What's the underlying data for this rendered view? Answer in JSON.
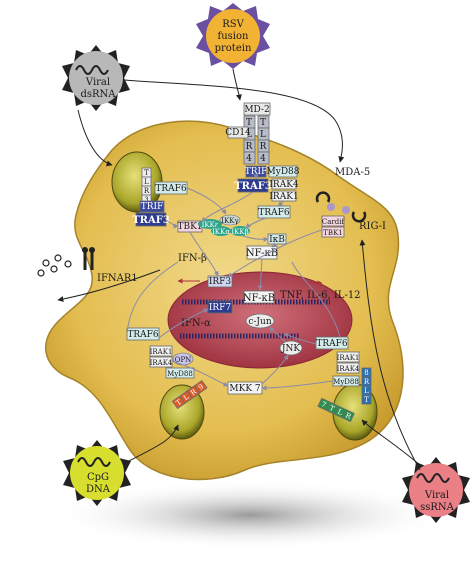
{
  "ligands": {
    "rsv": {
      "line1": "RSV",
      "line2": "fusion",
      "line3": "protein"
    },
    "dsrna": {
      "line1": "Viral",
      "line2": "dsRNA"
    },
    "cpg": {
      "line1": "CpG",
      "line2": "DNA"
    },
    "ssrna": {
      "line1": "Viral",
      "line2": "ssRNA"
    }
  },
  "receptors": {
    "md2": "MD-2",
    "cd14": "CD14",
    "tlr4_top": [
      "T",
      "L",
      "R"
    ],
    "tlr4_bottom": "4",
    "tlr3": [
      "T",
      "L",
      "R",
      "3"
    ],
    "tlr9": [
      "T",
      "L",
      "R",
      "9"
    ],
    "tlr7": [
      "T",
      "L",
      "R",
      "7"
    ],
    "tlr8": [
      "T",
      "L",
      "R",
      "8"
    ],
    "mda5": "MDA-5",
    "rigi": "RIG-I",
    "ifnar1": "IFNAR1"
  },
  "adaptors": {
    "trif_tlr4": "TRIF",
    "myd88_tlr4": "MyD88",
    "traf3_tlr4": "TRAF3",
    "irak4_tlr4": "IRAK4",
    "irak1_tlr4": "IRAK1",
    "traf6_tlr4": "TRAF6",
    "traf6_tlr3": "TRAF6",
    "trif_tlr3": "TRIF",
    "traf3_tlr3": "TRAF3",
    "tbk1": "TBK1",
    "ikke": "IKKε",
    "ikka": "IKKα",
    "ikkb": "IKKβ",
    "ikkg": "IKKγ",
    "ikb": "IκB",
    "nfkb_cyto": "NF-κB",
    "cardif": "Cardif",
    "tbk1_rig": "TBK1",
    "traf6_tlr9": "TRAF6",
    "irak1_tlr9": "IRAK1",
    "irak4_tlr9": "IRAK4",
    "opn": "OPN",
    "myd88_tlr9": "MyD88",
    "traf6_tlr78": "TRAF6",
    "irak1_tlr78": "IRAK1",
    "irak4_tlr78": "IRAK4",
    "myd88_tlr78": "MyD88",
    "jnk": "JNK",
    "mkk7": "MKK 7"
  },
  "nucleus": {
    "irf3": "IRF3",
    "irf7": "IRF7",
    "nfkb": "NF-κB",
    "cjun": "c-Jun"
  },
  "outputs": {
    "ifnb": "IFN-β",
    "ifna": "IFN-α",
    "cytokines": "TNF, IL-6, IL-12"
  },
  "colors": {
    "cell": "#e8c24e",
    "cell_edge": "#a4832a",
    "nucleus": "#b5414f",
    "rsv": "#f2b233",
    "dsrna": "#b8b8b8",
    "cpg": "#d7de2e",
    "ssrna": "#ea7f86",
    "spike_top": "#6b4fa0",
    "spike_dark": "#222222",
    "traf3": "#2e3c90",
    "trif": "#3a4aa0",
    "teal_box": "#d3ecea",
    "ikk": "#2ea58a"
  }
}
